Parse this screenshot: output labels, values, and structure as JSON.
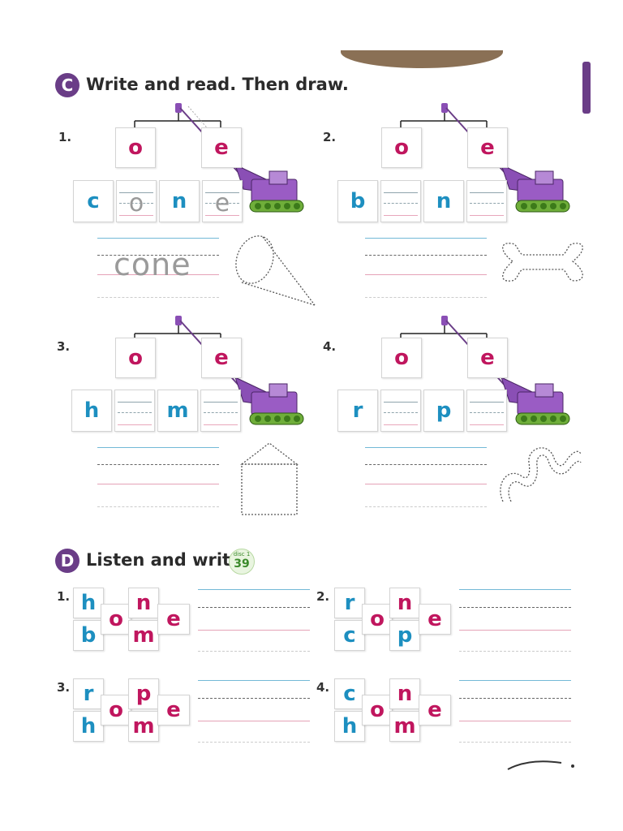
{
  "section_c": {
    "badge": "C",
    "title": "Write and read. Then draw.",
    "items": [
      {
        "number": "1.",
        "top": [
          "o",
          "e"
        ],
        "bottom": [
          "c",
          "o",
          "n",
          "e"
        ],
        "answer_trace": "cone",
        "picture": "cone"
      },
      {
        "number": "2.",
        "top": [
          "o",
          "e"
        ],
        "bottom": [
          "b",
          "",
          "n",
          ""
        ],
        "answer_trace": "",
        "picture": "bone"
      },
      {
        "number": "3.",
        "top": [
          "o",
          "e"
        ],
        "bottom": [
          "h",
          "",
          "m",
          ""
        ],
        "answer_trace": "",
        "picture": "house"
      },
      {
        "number": "4.",
        "top": [
          "o",
          "e"
        ],
        "bottom": [
          "r",
          "",
          "p",
          ""
        ],
        "answer_trace": "",
        "picture": "rope"
      }
    ]
  },
  "section_d": {
    "badge": "D",
    "title": "Listen and write.",
    "disc": {
      "label": "disc 1",
      "track": "39"
    },
    "items": [
      {
        "number": "1.",
        "top_row": [
          "h",
          "n"
        ],
        "bottom_row": [
          "b",
          "m"
        ],
        "vowel1": "o",
        "vowel2": "e"
      },
      {
        "number": "2.",
        "top_row": [
          "r",
          "n"
        ],
        "bottom_row": [
          "c",
          "p"
        ],
        "vowel1": "o",
        "vowel2": "e"
      },
      {
        "number": "3.",
        "top_row": [
          "r",
          "p"
        ],
        "bottom_row": [
          "h",
          "m"
        ],
        "vowel1": "o",
        "vowel2": "e"
      },
      {
        "number": "4.",
        "top_row": [
          "c",
          "n"
        ],
        "bottom_row": [
          "h",
          "m"
        ],
        "vowel1": "o",
        "vowel2": "e"
      }
    ]
  },
  "colors": {
    "vowel": "#c0165e",
    "consonant": "#1d8fc0",
    "badge": "#6a3d87",
    "crane": "#8a4fb5",
    "tracks": "#6fae3a"
  }
}
